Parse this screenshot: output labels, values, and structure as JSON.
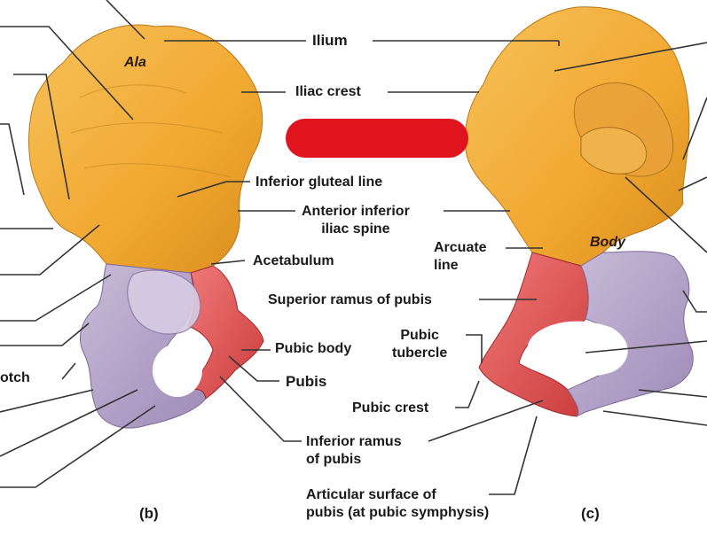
{
  "labels": {
    "ilium": "Ilium",
    "iliac_crest": "Iliac crest",
    "inferior_gluteal_line": "Inferior gluteal line",
    "anterior_inferior_iliac_spine": "Anterior inferior\niliac spine",
    "acetabulum": "Acetabulum",
    "arcuate_line": "Arcuate\nline",
    "superior_ramus_of_pubis": "Superior ramus of pubis",
    "pubic_body": "Pubic body",
    "pubic_tubercle": "Pubic\ntubercle",
    "pubis": "Pubis",
    "pubic_crest": "Pubic crest",
    "inferior_ramus_of_pubis": "Inferior ramus\nof pubis",
    "articular_surface": "Articular surface of\npubis (at pubic symphysis)",
    "ala": "Ala",
    "body": "Body",
    "otch": "otch",
    "panel_b": "(b)",
    "panel_c": "(c)"
  },
  "colors": {
    "ilium": "#f2ab3a",
    "ischium": "#b7a5c9",
    "pubis": "#e35a5a",
    "redaction": "#e0141e",
    "line": "#333333"
  }
}
